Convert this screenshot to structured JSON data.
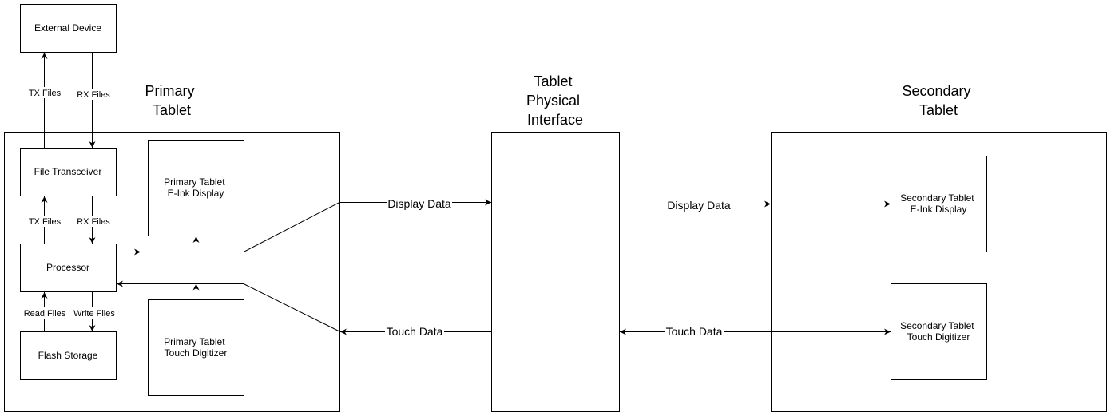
{
  "titles": {
    "primary_tablet": [
      "Primary",
      "Tablet"
    ],
    "tablet_physical_interface": [
      "Tablet",
      "Physical",
      "Interface"
    ],
    "secondary_tablet": [
      "Secondary",
      "Tablet"
    ]
  },
  "nodes": {
    "external_device": [
      "External Device"
    ],
    "file_transceiver": [
      "File Transceiver"
    ],
    "processor": [
      "Processor"
    ],
    "flash_storage": [
      "Flash Storage"
    ],
    "primary_display": [
      "Primary Tablet",
      "E-Ink Display"
    ],
    "primary_digitizer": [
      "Primary Tablet",
      "Touch Digitizer"
    ],
    "secondary_display": [
      "Secondary Tablet",
      "E-Ink  Display"
    ],
    "secondary_digitizer": [
      "Secondary Tablet",
      "Touch Digitizer"
    ]
  },
  "edges": {
    "tx_files_top": "TX Files",
    "rx_files_top": "RX Files",
    "tx_files_mid": "TX Files",
    "rx_files_mid": "RX Files",
    "read_files": "Read Files",
    "write_files": "Write Files",
    "display_data_left": "Display Data",
    "touch_data_left": "Touch Data",
    "display_data_right": "Display Data",
    "touch_data_right": "Touch Data"
  }
}
